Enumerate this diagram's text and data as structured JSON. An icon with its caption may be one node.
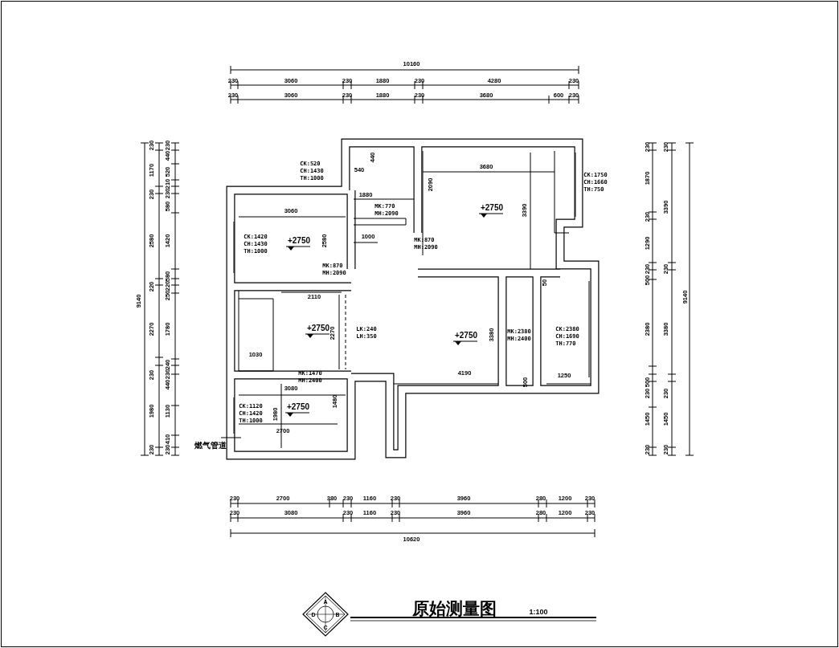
{
  "diagram": {
    "title": "原始测量图",
    "labels": [
      "10160",
      "230",
      "3060",
      "230",
      "1880",
      "230",
      "4280",
      "230",
      "230",
      "3060",
      "230",
      "1880",
      "230",
      "3680",
      "600",
      "230",
      "9140",
      "230",
      "1170",
      "230",
      "2580",
      "220",
      "2270",
      "230",
      "1980",
      "230",
      "230",
      "440",
      "520",
      "210",
      "230",
      "580",
      "1420",
      "580",
      "220",
      "250",
      "1780",
      "240",
      "230",
      "440",
      "1130",
      "410",
      "230",
      "230",
      "1870",
      "230",
      "1290",
      "230",
      "500",
      "2380",
      "500",
      "230",
      "1450",
      "230",
      "230",
      "3390",
      "230",
      "3380",
      "230",
      "1450",
      "230",
      "9140",
      "CK:520 CH:1430 TH:1000",
      "540",
      "440",
      "1880",
      "MK:770 MH:2090",
      "3680",
      "2090",
      "CK:1750 CH:1660 TH:750",
      "3060",
      "+2750",
      "3390",
      "CK:1420 CH:1430 TH:1000",
      "+2750",
      "2580",
      "1000",
      "MK:870 MH:2090",
      "MK:870 MH:2090",
      "2110",
      "+2750",
      "2270",
      "LK:240 LH:350",
      "+2750",
      "3380",
      "MK:2380 MH:2400",
      "CK:2380 CH:1690 TH:770",
      "1030",
      "50",
      "4190",
      "1250",
      "MK:1470 MH:2400",
      "500",
      "3080",
      "+2750",
      "1480",
      "CK:1120 CH:1420 TH:1000",
      "1980",
      "2700",
      "燃气管道",
      "230",
      "2700",
      "380",
      "230",
      "1160",
      "230",
      "3960",
      "280",
      "1200",
      "230",
      "230",
      "3080",
      "230",
      "1160",
      "230",
      "3960",
      "280",
      "1200",
      "230",
      "10620",
      "A",
      "D",
      "B",
      "C",
      "1:100"
    ]
  }
}
